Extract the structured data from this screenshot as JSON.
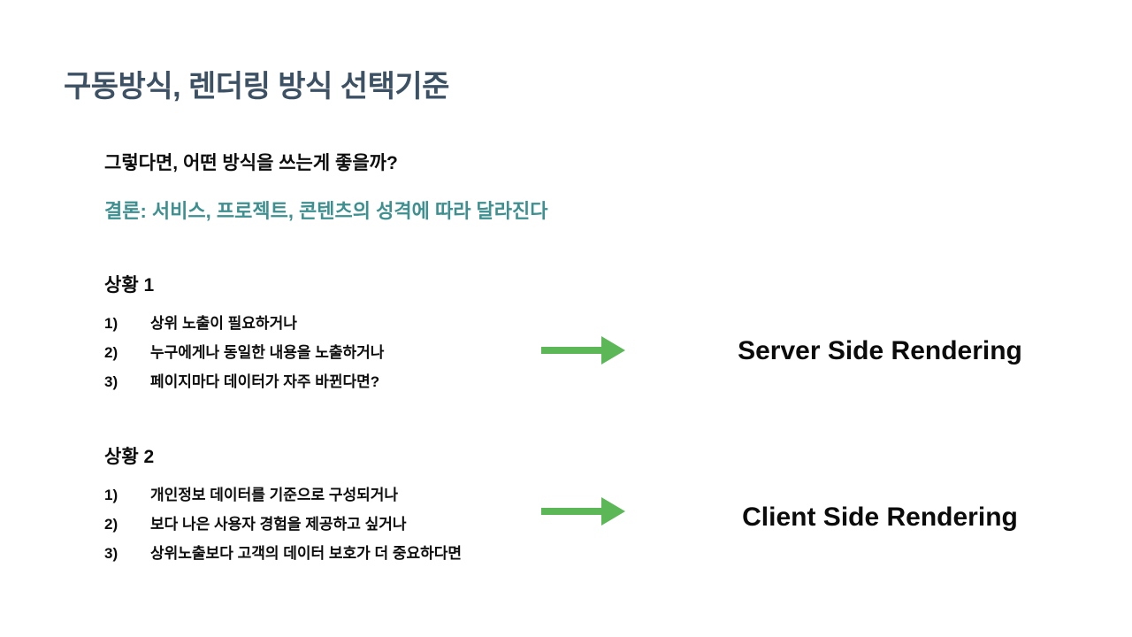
{
  "slide": {
    "title": "구동방식, 렌더링 방식 선택기준",
    "question": "그렇다면, 어떤 방식을 쓰는게 좋을까?",
    "conclusion": "결론: 서비스, 프로젝트, 콘텐츠의 성격에 따라 달라진다",
    "sections": [
      {
        "heading": "상황 1",
        "items": [
          {
            "num": "1)",
            "text": "상위 노출이 필요하거나"
          },
          {
            "num": "2)",
            "text": "누구에게나 동일한 내용을 노출하거나"
          },
          {
            "num": "3)",
            "text": "페이지마다 데이터가 자주 바뀐다면?"
          }
        ],
        "result": "Server Side Rendering"
      },
      {
        "heading": "상황 2",
        "items": [
          {
            "num": "1)",
            "text": "개인정보 데이터를 기준으로 구성되거나"
          },
          {
            "num": "2)",
            "text": "보다 나은 사용자 경험을 제공하고 싶거나"
          },
          {
            "num": "3)",
            "text": "상위노출보다 고객의 데이터 보호가 더 중요하다면"
          }
        ],
        "result": "Client Side Rendering"
      }
    ],
    "colors": {
      "title_slate": "#3d5165",
      "conclusion_teal": "#3e8f8f",
      "arrow_green": "#5cb857",
      "body_text": "#0d0d0d"
    }
  }
}
